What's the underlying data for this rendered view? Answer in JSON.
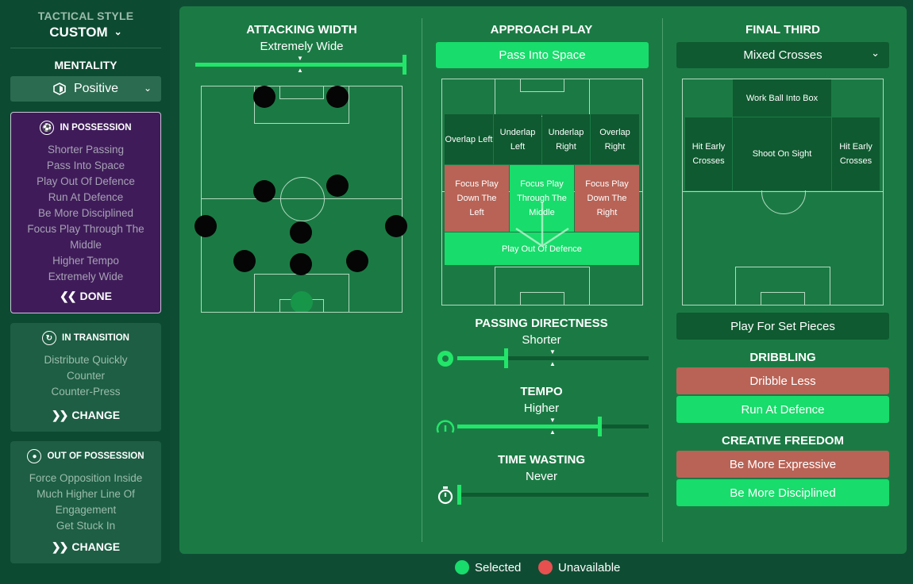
{
  "sidebar": {
    "tactical_style_label": "TACTICAL STYLE",
    "tactical_style_value": "CUSTOM",
    "mentality_label": "MENTALITY",
    "mentality_value": "Positive",
    "in_possession": {
      "title": "IN POSSESSION",
      "items": [
        "Shorter Passing",
        "Pass Into Space",
        "Play Out Of Defence",
        "Run At Defence",
        "Be More Disciplined",
        "Focus Play Through The Middle",
        "Higher Tempo",
        "Extremely Wide"
      ],
      "action": "DONE"
    },
    "in_transition": {
      "title": "IN TRANSITION",
      "items": [
        "Distribute Quickly",
        "Counter",
        "Counter-Press"
      ],
      "action": "CHANGE"
    },
    "out_of_possession": {
      "title": "OUT OF POSSESSION",
      "items": [
        "Force Opposition Inside",
        "Much Higher Line Of Engagement",
        "Get Stuck In"
      ],
      "action": "CHANGE"
    }
  },
  "attacking_width": {
    "title": "ATTACKING WIDTH",
    "value": "Extremely Wide",
    "level": 1.0
  },
  "approach_play": {
    "title": "APPROACH PLAY",
    "button": "Pass Into Space",
    "zones": {
      "overlap_left": "Overlap Left",
      "underlap_left": "Underlap Left",
      "underlap_right": "Underlap Right",
      "overlap_right": "Overlap Right",
      "focus_left": "Focus Play Down The Left",
      "focus_middle": "Focus Play Through The Middle",
      "focus_right": "Focus Play Down The Right",
      "play_out": "Play Out Of Defence"
    }
  },
  "passing_directness": {
    "title": "PASSING DIRECTNESS",
    "value": "Shorter",
    "level": 0.25
  },
  "tempo": {
    "title": "TEMPO",
    "value": "Higher",
    "level": 0.75
  },
  "time_wasting": {
    "title": "TIME WASTING",
    "value": "Never",
    "level": 0.0
  },
  "final_third": {
    "title": "FINAL THIRD",
    "dropdown": "Mixed Crosses",
    "zones": {
      "work_ball": "Work Ball Into Box",
      "hit_early_left": "Hit Early Crosses",
      "shoot": "Shoot On Sight",
      "hit_early_right": "Hit Early Crosses"
    },
    "set_pieces": "Play For Set Pieces"
  },
  "dribbling": {
    "title": "DRIBBLING",
    "less": "Dribble Less",
    "run": "Run At Defence"
  },
  "creative_freedom": {
    "title": "CREATIVE FREEDOM",
    "expressive": "Be More Expressive",
    "disciplined": "Be More Disciplined"
  },
  "legend": {
    "selected": "Selected",
    "unavailable": "Unavailable"
  },
  "colors": {
    "selected": "#18dc6b",
    "unavailable": "#e85050",
    "background": "#1b7a44",
    "possession": "#3f1c59"
  }
}
